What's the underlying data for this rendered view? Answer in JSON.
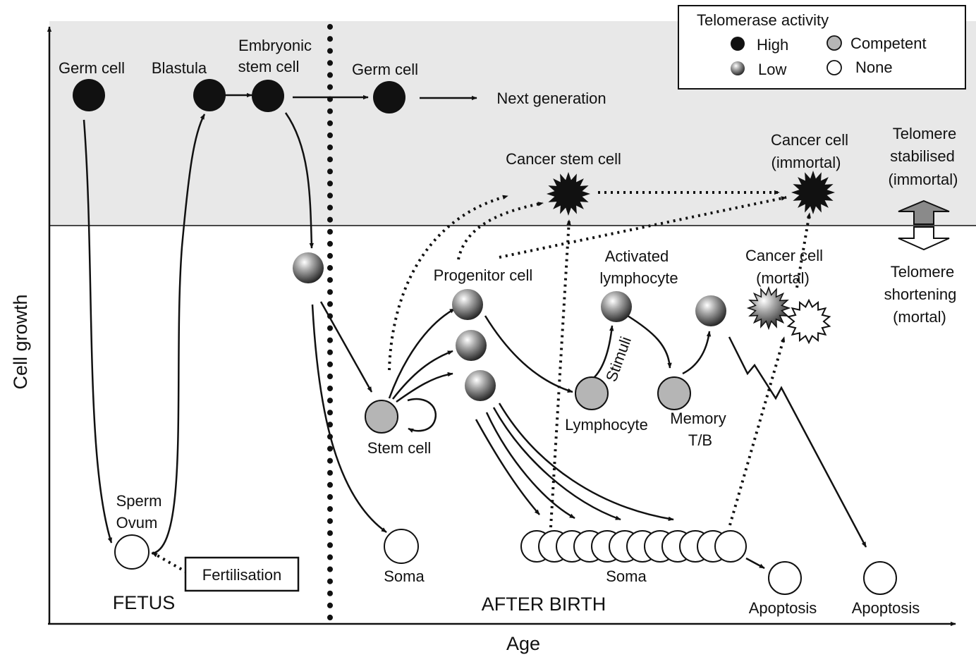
{
  "axes": {
    "y_label": "Cell growth",
    "x_label": "Age"
  },
  "legend": {
    "title": "Telomerase activity",
    "items": [
      {
        "label": "High",
        "style": "high"
      },
      {
        "label": "Competent",
        "style": "competent"
      },
      {
        "label": "Low",
        "style": "low"
      },
      {
        "label": "None",
        "style": "none"
      }
    ]
  },
  "phases": {
    "fetus": "FETUS",
    "after_birth": "AFTER BIRTH"
  },
  "labels": {
    "germ_cell_1": "Germ cell",
    "blastula": "Blastula",
    "embryonic_stem_cell": [
      "Embryonic",
      "stem cell"
    ],
    "germ_cell_2": "Germ cell",
    "next_generation": "Next generation",
    "cancer_stem_cell": "Cancer stem cell",
    "cancer_cell_immortal": [
      "Cancer cell",
      "(immortal)"
    ],
    "telomere_stabilised": [
      "Telomere",
      "stabilised",
      "(immortal)"
    ],
    "telomere_shortening": [
      "Telomere",
      "shortening",
      "(mortal)"
    ],
    "progenitor_cell": "Progenitor cell",
    "activated_lymphocyte": [
      "Activated",
      "lymphocyte"
    ],
    "cancer_cell_mortal": [
      "Cancer cell",
      "(mortal)"
    ],
    "stimuli": "Stimuli",
    "lymphocyte": "Lymphocyte",
    "memory_tb": [
      "Memory",
      "T/B"
    ],
    "stem_cell": "Stem cell",
    "sperm_ovum": [
      "Sperm",
      "Ovum"
    ],
    "fertilisation": "Fertilisation",
    "soma_1": "Soma",
    "soma_2": "Soma",
    "apoptosis_1": "Apoptosis",
    "apoptosis_2": "Apoptosis"
  },
  "colors": {
    "immortal_zone": "#e8e8e8",
    "high": "#111111",
    "competent": "#b5b5b5",
    "none": "#ffffff",
    "line": "#111111",
    "telomere_arrow_up": "#8a8a8a"
  }
}
